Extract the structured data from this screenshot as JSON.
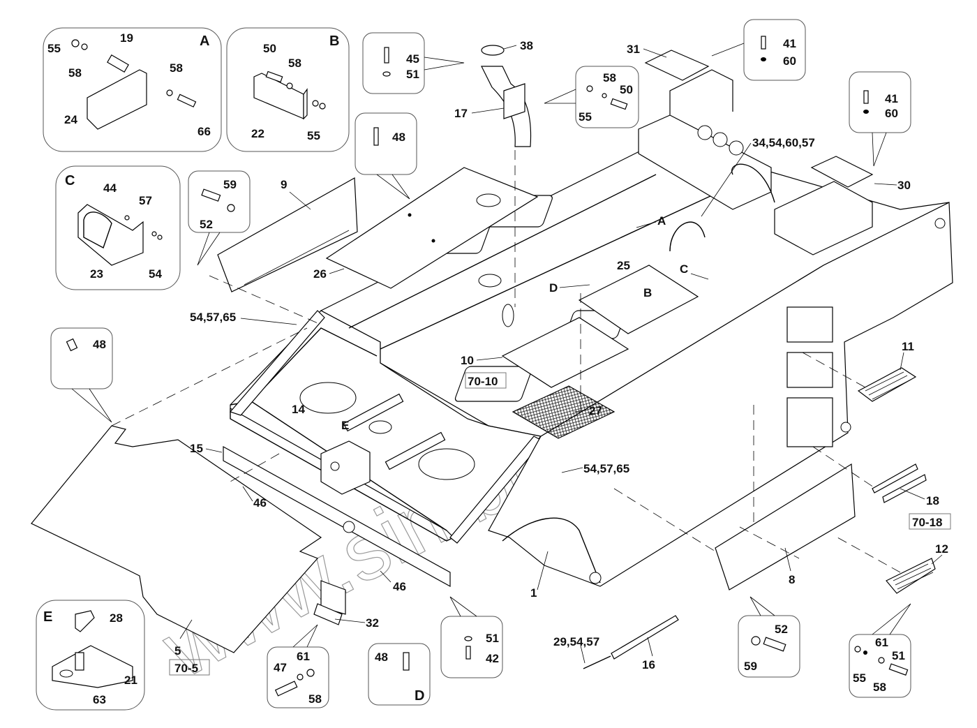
{
  "watermark": "www.simbron-too.kz",
  "detail_views": {
    "A": {
      "letter": "A",
      "labels": [
        "55",
        "58",
        "19",
        "58",
        "24",
        "66"
      ]
    },
    "B": {
      "letter": "B",
      "labels": [
        "50",
        "58",
        "22",
        "55"
      ]
    },
    "C": {
      "letter": "C",
      "labels": [
        "44",
        "57",
        "23",
        "54"
      ]
    },
    "D": {
      "letter": "D",
      "labels": [
        "48"
      ]
    },
    "E": {
      "letter": "E",
      "labels": [
        "28",
        "21",
        "63"
      ]
    }
  },
  "fastener_groups": {
    "g45": [
      "45",
      "51"
    ],
    "g48top": [
      "48"
    ],
    "g41a": [
      "41",
      "60"
    ],
    "g41b": [
      "41",
      "60"
    ],
    "g50": [
      "58",
      "50",
      "55"
    ],
    "g52top": [
      "59",
      "52"
    ],
    "g48left": [
      "48"
    ],
    "g47": [
      "61",
      "47",
      "58"
    ],
    "g51": [
      "51",
      "42"
    ],
    "g52bottom": [
      "52",
      "59"
    ],
    "g61": [
      "61",
      "51",
      "55",
      "58"
    ]
  },
  "part_labels": {
    "p38": "38",
    "p17": "17",
    "p31": "31",
    "p30": "30",
    "p9": "9",
    "p26": "26",
    "p34": "34,54,60,57",
    "pA": "A",
    "pB": "B",
    "pC": "C",
    "pD": "D",
    "p25": "25",
    "p5457": "54,57,65",
    "p10": "10",
    "p11": "11",
    "p27": "27",
    "p14": "14",
    "pE": "E",
    "p15": "15",
    "p46a": "46",
    "p46b": "46",
    "p54b": "54,57,65",
    "p18": "18",
    "p12": "12",
    "p8": "8",
    "p1": "1",
    "p29": "29,54,57",
    "p16": "16",
    "p5": "5",
    "p32": "32"
  },
  "references": {
    "r7010": "70-10",
    "r7018": "70-18",
    "r705": "70-5"
  }
}
